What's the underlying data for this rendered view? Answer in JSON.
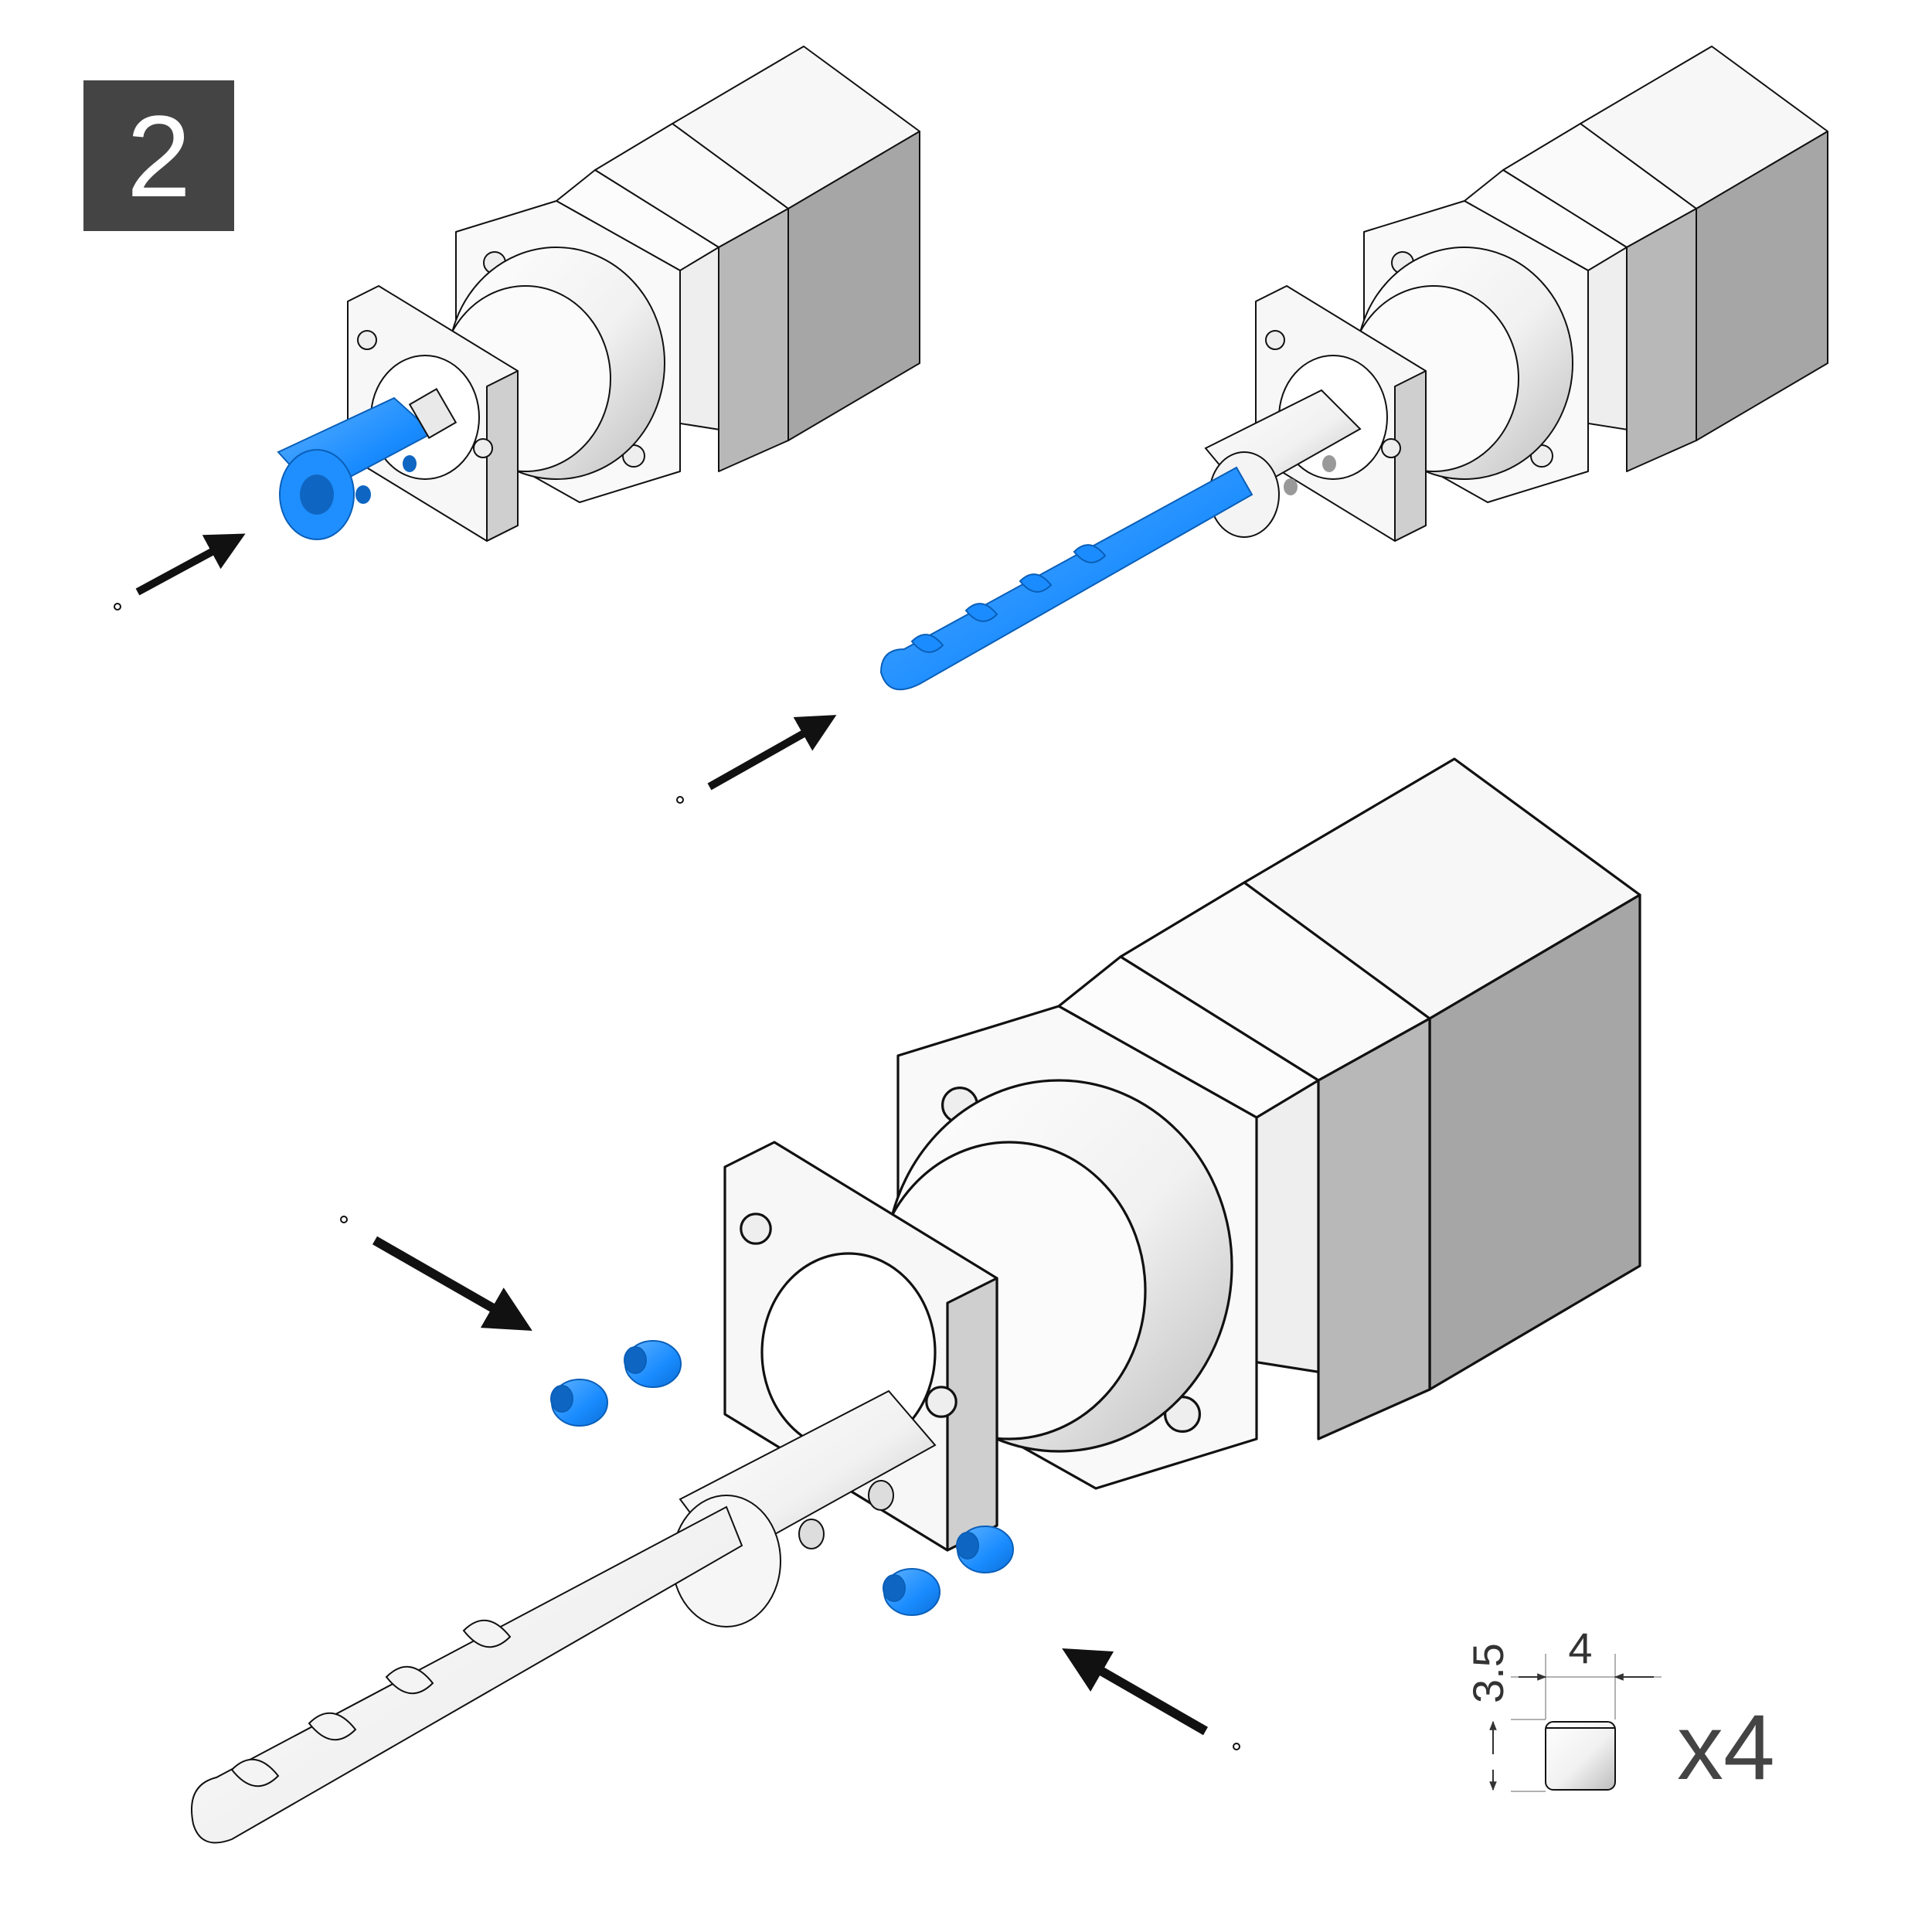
{
  "step": {
    "number": "2"
  },
  "colors": {
    "part_highlight": "#1a8cff",
    "part_highlight_light": "#5fb2ff",
    "motor_dark": "#a6a6a6",
    "motor_light": "#f4f4f4",
    "outline": "#111111",
    "arrow": "#111111",
    "badge": "#444444"
  },
  "part_callout": {
    "height_dim": "3.5",
    "width_dim": "4",
    "quantity": "x4"
  },
  "icons": [
    "motor-icon",
    "coupler-icon",
    "auger-icon",
    "set-screw-icon",
    "arrow-icon"
  ]
}
